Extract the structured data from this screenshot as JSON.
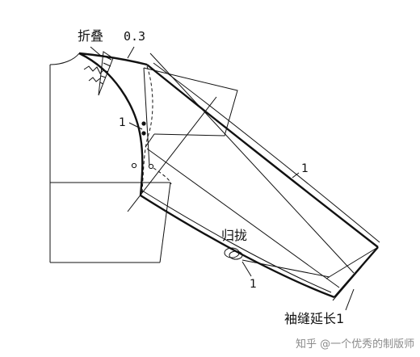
{
  "labels": {
    "fold": "折叠",
    "fold_value": "0.3",
    "mark_top_left": "1",
    "mark_sleeve_top": "1",
    "ease": "归拢",
    "mark_under": "1",
    "seam_extend": "袖缝延长1"
  },
  "watermark": "知乎 @一个优秀的制版师",
  "colors": {
    "ink": "#111111",
    "background": "#ffffff",
    "watermark": "#8a8a8a"
  }
}
